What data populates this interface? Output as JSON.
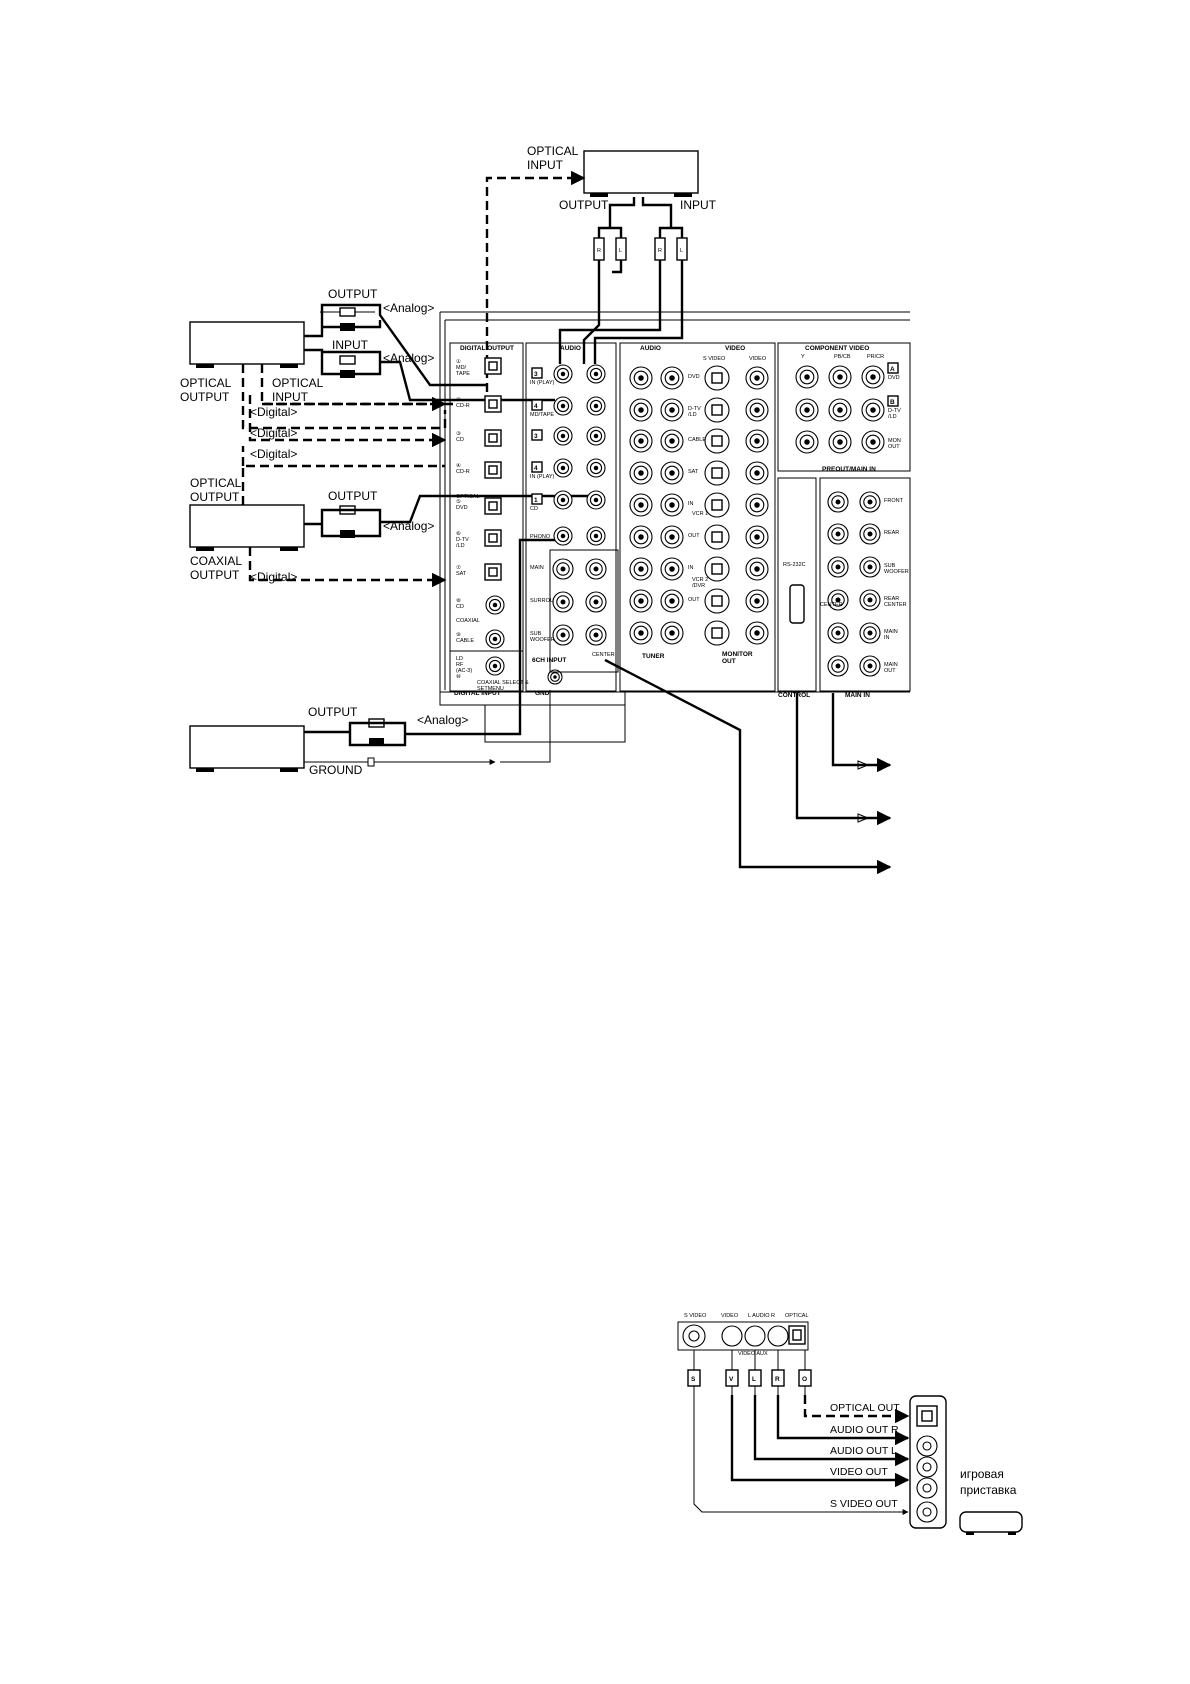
{
  "recorder": {
    "optical_input": "OPTICAL\nINPUT",
    "output": "OUTPUT",
    "input": "INPUT",
    "plug_r": "R",
    "plug_l": "L"
  },
  "tape_deck": {
    "output": "OUTPUT",
    "input": "INPUT",
    "analog_out": "<Analog>",
    "analog_in": "<Analog>",
    "optical_output": "OPTICAL\nOUTPUT",
    "optical_input": "OPTICAL\nINPUT",
    "digital_1": "<Digital>",
    "digital_2": "<Digital>"
  },
  "cd_player": {
    "digital": "<Digital>",
    "optical_output": "OPTICAL\nOUTPUT",
    "output": "OUTPUT",
    "analog": "<Analog>",
    "coaxial_output": "COAXIAL\nOUTPUT",
    "coaxial_digital": "<Digital>"
  },
  "turntable": {
    "output": "OUTPUT",
    "analog": "<Analog>",
    "ground": "GROUND"
  },
  "receiver": {
    "digital_output": "DIGITAL   OUTPUT",
    "digital_inputs": [
      "①\nMD/\nTAPE",
      "②\nCD-R",
      "③\nCD",
      "④\nCD-R",
      "⑤\nDVD",
      "⑥\nD-TV\n/LD",
      "⑦\nSAT",
      "⑧\nCD",
      "⑨\nCABLE"
    ],
    "optical": "OPTICAL",
    "coaxial": "COAXIAL",
    "ld_rf": "LD\nRF\n(AC-3)\n⑩",
    "coaxial_select": "COAXIAL SELECT &\nSETMENU",
    "digital_input": "DIGITAL INPUT",
    "gnd": "GND",
    "audio": "AUDIO",
    "audio_rows": [
      "3",
      "4",
      "3",
      "4",
      "1"
    ],
    "audio_row_labels": [
      "IN (PLAY)",
      "MD/TAPE",
      "",
      "IN (PLAY)",
      "CD"
    ],
    "phono": "PHONO",
    "main": "MAIN",
    "surround": "SURROUND",
    "sub_woofer": "SUB\nWOOFER",
    "center": "CENTER",
    "sixch_input": "6CH INPUT",
    "audio2": "AUDIO",
    "video": "VIDEO",
    "svideo": "S VIDEO",
    "video2": "VIDEO",
    "video_rows": [
      "DVD",
      "D-TV\n/LD",
      "CABLE",
      "SAT",
      "IN",
      "OUT",
      "IN",
      "OUT"
    ],
    "vcr1": "VCR 1",
    "vcr2": "VCR 2\n/DVR",
    "tuner": "TUNER",
    "monitor_out": "MONITOR\nOUT",
    "component_video": "COMPONENT VIDEO",
    "comp_cols": [
      "Y",
      "PB/CB",
      "PR/CR"
    ],
    "comp_rows": [
      "A",
      "B"
    ],
    "comp_row_names": [
      "DVD",
      "D-TV\n/LD"
    ],
    "mon_out": "MON\nOUT",
    "preout_main_in": "PREOUT/MAIN IN",
    "rs232c": "RS-232C",
    "control": "CONTROL",
    "main_in": "MAIN IN",
    "pre_rows": [
      "FRONT",
      "REAR",
      "SUB\nWOOFER",
      "REAR\nCENTER",
      "MAIN\nIN",
      "MAIN\nOUT"
    ],
    "center_small": "CENTER"
  },
  "console": {
    "panel_labels": [
      "S VIDEO",
      "VIDEO",
      "L  AUDIO  R",
      "OPTICAL"
    ],
    "panel_sub": "VIDEO AUX",
    "plug_letters": [
      "S",
      "V",
      "L",
      "R",
      "O"
    ],
    "rows": [
      "OPTICAL OUT",
      "AUDIO OUT R",
      "AUDIO OUT L",
      "VIDEO OUT",
      "S VIDEO OUT"
    ],
    "device_label": "игровая\nприставка"
  }
}
